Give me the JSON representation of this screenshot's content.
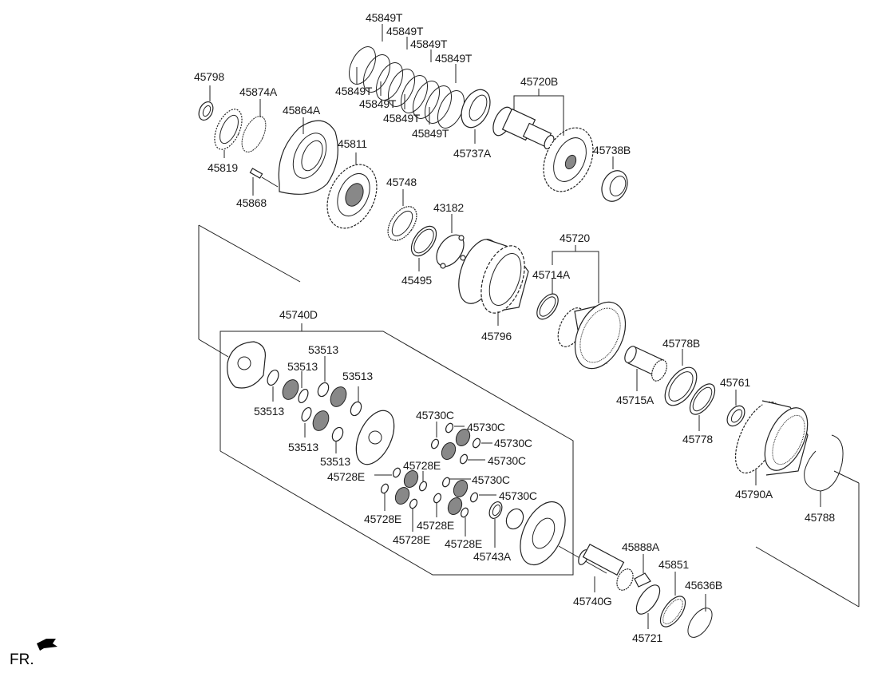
{
  "diagram": {
    "type": "exploded-parts-diagram",
    "orientation_label": "FR.",
    "orientation_icon": "front-arrow-icon",
    "assembly_label": "45740D",
    "parts": [
      {
        "id": "p01",
        "number": "45849T"
      },
      {
        "id": "p02",
        "number": "45849T"
      },
      {
        "id": "p03",
        "number": "45849T"
      },
      {
        "id": "p04",
        "number": "45849T"
      },
      {
        "id": "p05",
        "number": "45849T"
      },
      {
        "id": "p06",
        "number": "45849T"
      },
      {
        "id": "p07",
        "number": "45849T"
      },
      {
        "id": "p08",
        "number": "45849T"
      },
      {
        "id": "p09",
        "number": "45798"
      },
      {
        "id": "p10",
        "number": "45874A"
      },
      {
        "id": "p11",
        "number": "45864A"
      },
      {
        "id": "p12",
        "number": "45819"
      },
      {
        "id": "p13",
        "number": "45868"
      },
      {
        "id": "p14",
        "number": "45811"
      },
      {
        "id": "p15",
        "number": "45737A"
      },
      {
        "id": "p16",
        "number": "45720B"
      },
      {
        "id": "p17",
        "number": "45738B"
      },
      {
        "id": "p18",
        "number": "45748"
      },
      {
        "id": "p19",
        "number": "43182"
      },
      {
        "id": "p20",
        "number": "45495"
      },
      {
        "id": "p21",
        "number": "45720"
      },
      {
        "id": "p22",
        "number": "45714A"
      },
      {
        "id": "p23",
        "number": "45796"
      },
      {
        "id": "p24",
        "number": "45778B"
      },
      {
        "id": "p25",
        "number": "45715A"
      },
      {
        "id": "p26",
        "number": "45761"
      },
      {
        "id": "p27",
        "number": "45778"
      },
      {
        "id": "p28",
        "number": "45790A"
      },
      {
        "id": "p29",
        "number": "45788"
      },
      {
        "id": "p30",
        "number": "53513"
      },
      {
        "id": "p31",
        "number": "53513"
      },
      {
        "id": "p32",
        "number": "53513"
      },
      {
        "id": "p33",
        "number": "53513"
      },
      {
        "id": "p34",
        "number": "53513"
      },
      {
        "id": "p35",
        "number": "53513"
      },
      {
        "id": "p36",
        "number": "45730C"
      },
      {
        "id": "p37",
        "number": "45730C"
      },
      {
        "id": "p38",
        "number": "45730C"
      },
      {
        "id": "p39",
        "number": "45730C"
      },
      {
        "id": "p40",
        "number": "45730C"
      },
      {
        "id": "p41",
        "number": "45730C"
      },
      {
        "id": "p42",
        "number": "45728E"
      },
      {
        "id": "p43",
        "number": "45728E"
      },
      {
        "id": "p44",
        "number": "45728E"
      },
      {
        "id": "p45",
        "number": "45728E"
      },
      {
        "id": "p46",
        "number": "45728E"
      },
      {
        "id": "p47",
        "number": "45728E"
      },
      {
        "id": "p48",
        "number": "45743A"
      },
      {
        "id": "p49",
        "number": "45888A"
      },
      {
        "id": "p50",
        "number": "45851"
      },
      {
        "id": "p51",
        "number": "45740G"
      },
      {
        "id": "p52",
        "number": "45636B"
      },
      {
        "id": "p53",
        "number": "45721"
      }
    ]
  }
}
